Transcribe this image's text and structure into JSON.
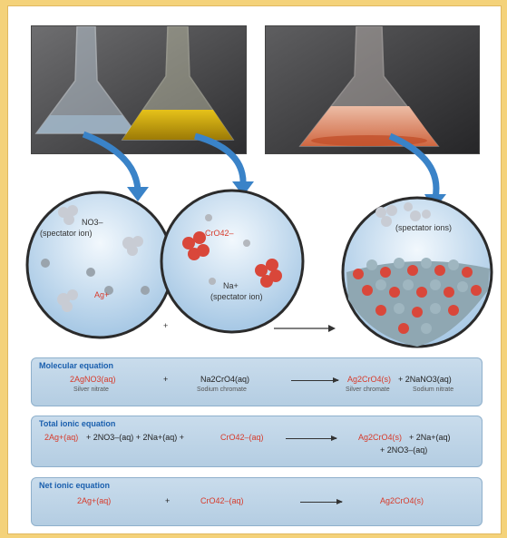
{
  "circles": {
    "left_nitrate": "NO3–",
    "left_spectator": "(spectator ion)",
    "left_silver": "Ag+",
    "mid_chromate": "CrO42–",
    "mid_sodium": "Na+",
    "mid_spectator": "(spectator ion)",
    "right_spectator": "(spectator ions)",
    "plus": "+"
  },
  "molecular": {
    "title": "Molecular equation",
    "r1": "2AgNO3(aq)",
    "r1_name": "Silver nitrate",
    "plus": "+",
    "r2": "Na2CrO4(aq)",
    "r2_name": "Sodium chromate",
    "p1": "Ag2CrO4(s)",
    "p2": "+ 2NaNO3(aq)",
    "p1_name": "Silver chromate",
    "p2_name": "Sodium nitrate"
  },
  "total": {
    "title": "Total ionic equation",
    "a": "2Ag+(aq)",
    "b": "+ 2NO3–(aq) + 2Na+(aq) +",
    "c": "CrO42–(aq)",
    "p1": "Ag2CrO4(s)",
    "p2": "+ 2Na+(aq)",
    "p3": "+ 2NO3–(aq)"
  },
  "net": {
    "title": "Net ionic equation",
    "a": "2Ag+(aq)",
    "plus": "+",
    "b": "CrO42–(aq)",
    "p": "Ag2CrO4(s)"
  },
  "colors": {
    "red": "#d73a2a",
    "blue_title": "#1a5fae",
    "panel": "#c9dcec"
  }
}
